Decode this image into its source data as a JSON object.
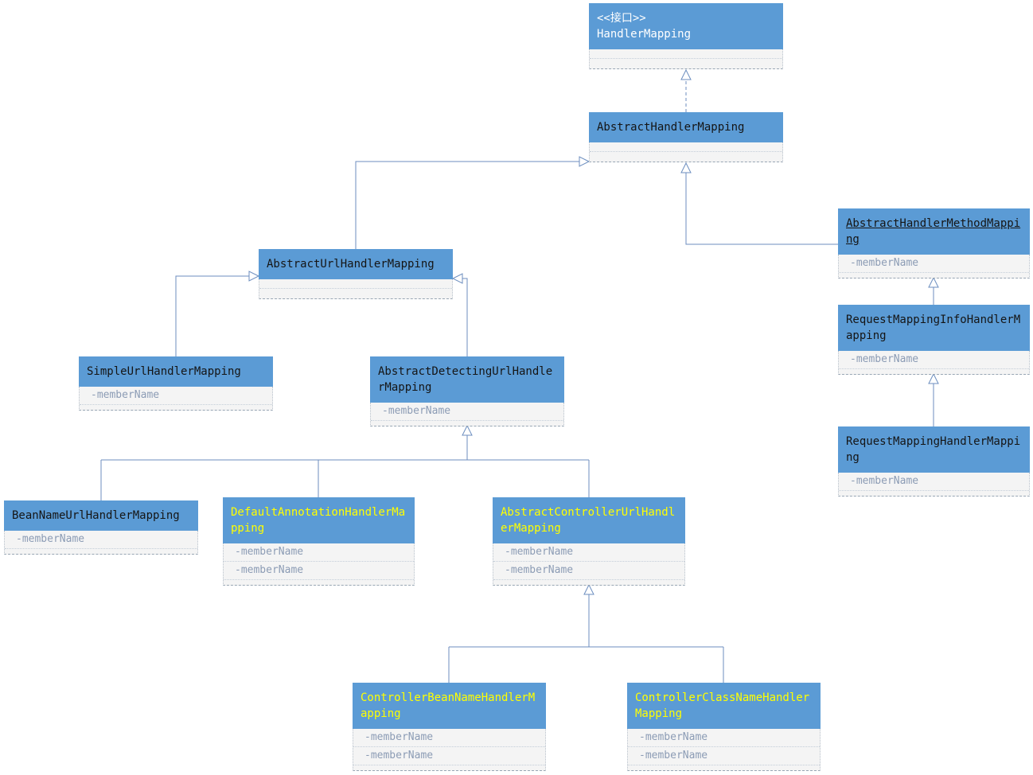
{
  "colors": {
    "header_fill": "#5b9bd5",
    "title_default": "#151515",
    "title_white": "#ffffff",
    "title_yellow": "#ffff00",
    "member_text": "#8c9cb5",
    "connector": "#6c8ebf",
    "compartment_fill": "#f4f4f4"
  },
  "classes": [
    {
      "name": "HandlerMapping",
      "stereotype": "<<接口>>",
      "members": []
    },
    {
      "name": "AbstractHandlerMapping",
      "members": []
    },
    {
      "name": "AbstractHandlerMethodMapping",
      "members": [
        "-memberName"
      ]
    },
    {
      "name": "RequestMappingInfoHandlerMapping",
      "members": [
        "-memberName"
      ]
    },
    {
      "name": "RequestMappingHandlerMapping",
      "members": [
        "-memberName"
      ]
    },
    {
      "name": "AbstractUrlHandlerMapping",
      "members": []
    },
    {
      "name": "SimpleUrlHandlerMapping",
      "members": [
        "-memberName"
      ]
    },
    {
      "name": "AbstractDetectingUrlHandlerMapping",
      "members": [
        "-memberName"
      ]
    },
    {
      "name": "BeanNameUrlHandlerMapping",
      "members": [
        "-memberName"
      ]
    },
    {
      "name": "DefaultAnnotationHandlerMapping",
      "members": [
        "-memberName",
        "-memberName"
      ]
    },
    {
      "name": "AbstractControllerUrlHandlerMapping",
      "members": [
        "-memberName",
        "-memberName"
      ]
    },
    {
      "name": "ControllerBeanNameHandlerMapping",
      "members": [
        "-memberName",
        "-memberName"
      ]
    },
    {
      "name": "ControllerClassNameHandlerMapping",
      "members": [
        "-memberName",
        "-memberName"
      ]
    }
  ],
  "relations": [
    {
      "from": "AbstractHandlerMapping",
      "to": "HandlerMapping",
      "type": "realization"
    },
    {
      "from": "AbstractUrlHandlerMapping",
      "to": "AbstractHandlerMapping",
      "type": "generalization"
    },
    {
      "from": "AbstractHandlerMethodMapping",
      "to": "AbstractHandlerMapping",
      "type": "generalization"
    },
    {
      "from": "SimpleUrlHandlerMapping",
      "to": "AbstractUrlHandlerMapping",
      "type": "generalization"
    },
    {
      "from": "AbstractDetectingUrlHandlerMapping",
      "to": "AbstractUrlHandlerMapping",
      "type": "generalization"
    },
    {
      "from": "BeanNameUrlHandlerMapping",
      "to": "AbstractDetectingUrlHandlerMapping",
      "type": "generalization"
    },
    {
      "from": "DefaultAnnotationHandlerMapping",
      "to": "AbstractDetectingUrlHandlerMapping",
      "type": "generalization"
    },
    {
      "from": "AbstractControllerUrlHandlerMapping",
      "to": "AbstractDetectingUrlHandlerMapping",
      "type": "generalization"
    },
    {
      "from": "ControllerBeanNameHandlerMapping",
      "to": "AbstractControllerUrlHandlerMapping",
      "type": "generalization"
    },
    {
      "from": "ControllerClassNameHandlerMapping",
      "to": "AbstractControllerUrlHandlerMapping",
      "type": "generalization"
    },
    {
      "from": "RequestMappingInfoHandlerMapping",
      "to": "AbstractHandlerMethodMapping",
      "type": "generalization"
    },
    {
      "from": "RequestMappingHandlerMapping",
      "to": "RequestMappingInfoHandlerMapping",
      "type": "generalization"
    }
  ]
}
